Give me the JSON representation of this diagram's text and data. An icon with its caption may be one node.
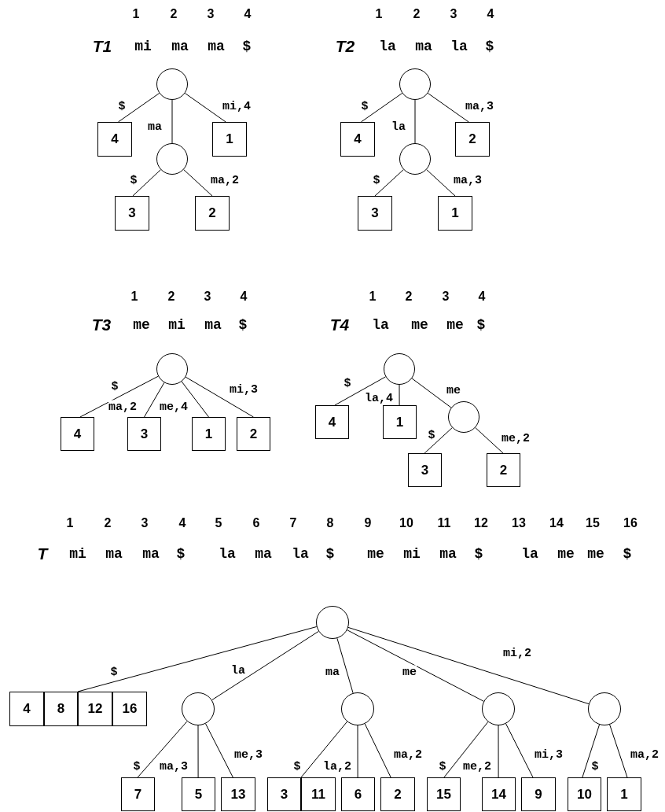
{
  "diagram": {
    "nodes": [
      {
        "text": [],
        "shape": "circle"
      },
      {
        "text": [
          "4"
        ]
      },
      {
        "text": [
          "1"
        ]
      },
      {
        "text": [],
        "shape": "circle"
      },
      {
        "text": [
          "3"
        ]
      },
      {
        "text": [
          "2"
        ]
      },
      {
        "text": [],
        "shape": "circle"
      },
      {
        "text": [
          "4"
        ]
      },
      {
        "text": [
          "2"
        ]
      },
      {
        "text": [],
        "shape": "circle"
      },
      {
        "text": [
          "3"
        ]
      },
      {
        "text": [
          "1"
        ]
      },
      {
        "text": [],
        "shape": "circle"
      },
      {
        "text": [
          "4"
        ]
      },
      {
        "text": [
          "3"
        ]
      },
      {
        "text": [
          "1"
        ]
      },
      {
        "text": [
          "2"
        ]
      },
      {
        "text": [],
        "shape": "circle"
      },
      {
        "text": [
          "4"
        ]
      },
      {
        "text": [
          "1"
        ]
      },
      {
        "text": [],
        "shape": "circle"
      },
      {
        "text": [
          "3"
        ]
      },
      {
        "text": [
          "2"
        ]
      },
      {
        "text": [],
        "shape": "circle"
      },
      {
        "text": [
          "4"
        ]
      },
      {
        "text": [
          "8"
        ]
      },
      {
        "text": [
          "12"
        ]
      },
      {
        "text": [
          "16"
        ]
      },
      {
        "text": [],
        "shape": "circle"
      },
      {
        "text": [],
        "shape": "circle"
      },
      {
        "text": [],
        "shape": "circle"
      },
      {
        "text": [],
        "shape": "circle"
      },
      {
        "text": [
          "7"
        ]
      },
      {
        "text": [
          "5"
        ]
      },
      {
        "text": [
          "13"
        ]
      },
      {
        "text": [
          "3"
        ]
      },
      {
        "text": [
          "11"
        ]
      },
      {
        "text": [
          "6"
        ]
      },
      {
        "text": [
          "2"
        ]
      },
      {
        "text": [
          "15"
        ]
      },
      {
        "text": [
          "14"
        ]
      },
      {
        "text": [
          "9"
        ]
      },
      {
        "text": [
          "10"
        ]
      },
      {
        "text": [
          "1"
        ]
      }
    ],
    "edges": [
      {
        "from": 0,
        "to": 1,
        "arrow": "none",
        "label": "$"
      },
      {
        "from": 0,
        "to": 3,
        "arrow": "none",
        "label": "ma"
      },
      {
        "from": 0,
        "to": 2,
        "arrow": "none",
        "label": "mi,4"
      },
      {
        "from": 3,
        "to": 4,
        "arrow": "none",
        "label": "$"
      },
      {
        "from": 3,
        "to": 5,
        "arrow": "none",
        "label": "ma,2"
      },
      {
        "from": 6,
        "to": 7,
        "arrow": "none",
        "label": "$"
      },
      {
        "from": 6,
        "to": 9,
        "arrow": "none",
        "label": "la"
      },
      {
        "from": 6,
        "to": 8,
        "arrow": "none",
        "label": "ma,3"
      },
      {
        "from": 9,
        "to": 10,
        "arrow": "none",
        "label": "$"
      },
      {
        "from": 9,
        "to": 11,
        "arrow": "none",
        "label": "ma,3"
      },
      {
        "from": 12,
        "to": 13,
        "arrow": "none",
        "label": "$"
      },
      {
        "from": 12,
        "to": 14,
        "arrow": "none",
        "label": "ma,2"
      },
      {
        "from": 12,
        "to": 15,
        "arrow": "none",
        "label": "me,4"
      },
      {
        "from": 12,
        "to": 16,
        "arrow": "none",
        "label": "mi,3"
      },
      {
        "from": 17,
        "to": 18,
        "arrow": "none",
        "label": "$"
      },
      {
        "from": 17,
        "to": 19,
        "arrow": "none",
        "label": "la,4"
      },
      {
        "from": 17,
        "to": 20,
        "arrow": "none",
        "label": "me"
      },
      {
        "from": 20,
        "to": 21,
        "arrow": "none",
        "label": "$"
      },
      {
        "from": 20,
        "to": 22,
        "arrow": "none",
        "label": "me,2"
      },
      {
        "from": 23,
        "to": 25,
        "arrow": "none",
        "label": "$"
      },
      {
        "from": 23,
        "to": 26,
        "arrow": "none"
      },
      {
        "from": 23,
        "to": 28,
        "arrow": "none",
        "label": "la"
      },
      {
        "from": 23,
        "to": 29,
        "arrow": "none",
        "label": "ma"
      },
      {
        "from": 23,
        "to": 30,
        "arrow": "none",
        "label": "me"
      },
      {
        "from": 23,
        "to": 31,
        "arrow": "none",
        "label": "mi,2"
      },
      {
        "from": 28,
        "to": 32,
        "arrow": "none",
        "label": "$"
      },
      {
        "from": 28,
        "to": 33,
        "arrow": "none",
        "label": "ma,3"
      },
      {
        "from": 28,
        "to": 34,
        "arrow": "none",
        "label": "me,3"
      },
      {
        "from": 29,
        "to": 35,
        "arrow": "none",
        "label": "$"
      },
      {
        "from": 29,
        "to": 36,
        "arrow": "none"
      },
      {
        "from": 29,
        "to": 37,
        "arrow": "none",
        "label": "la,2"
      },
      {
        "from": 29,
        "to": 38,
        "arrow": "none",
        "label": "ma,2"
      },
      {
        "from": 30,
        "to": 39,
        "arrow": "none",
        "label": "$"
      },
      {
        "from": 30,
        "to": 40,
        "arrow": "none",
        "label": "me,2"
      },
      {
        "from": 30,
        "to": 41,
        "arrow": "none",
        "label": "mi,3"
      },
      {
        "from": 31,
        "to": 42,
        "arrow": "none",
        "label": "$"
      },
      {
        "from": 31,
        "to": 43,
        "arrow": "none",
        "label": "ma,2"
      }
    ],
    "labels": [
      "1",
      "2",
      "3",
      "4",
      "1",
      "2",
      "3",
      "4",
      "T1",
      "mi",
      "ma",
      "ma",
      "$",
      "T2",
      "la",
      "ma",
      "la",
      "$",
      "1",
      "2",
      "3",
      "4",
      "1",
      "2",
      "3",
      "4",
      "T3",
      "me",
      "mi",
      "ma",
      "$",
      "T4",
      "la",
      "me",
      "me",
      "$",
      "1",
      "2",
      "3",
      "4",
      "5",
      "6",
      "7",
      "8",
      "9",
      "10",
      "11",
      "12",
      "13",
      "14",
      "15",
      "16",
      "T",
      "mi",
      "ma",
      "ma",
      "$",
      "la",
      "ma",
      "la",
      "$",
      "me",
      "mi",
      "ma",
      "$",
      "la",
      "me",
      "me",
      "$"
    ]
  }
}
